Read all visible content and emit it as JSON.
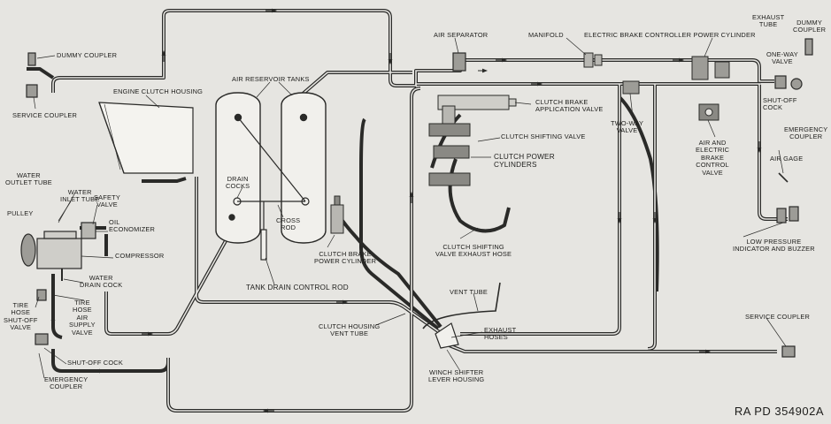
{
  "diagram": {
    "labels": {
      "dummy_coupler_left": "DUMMY COUPLER",
      "service_coupler_left": "SERVICE COUPLER",
      "engine_clutch_housing": "ENGINE CLUTCH HOUSING",
      "air_reservoir_tanks": "AIR RESERVOIR TANKS",
      "air_separator": "AIR SEPARATOR",
      "manifold": "MANIFOLD",
      "ebc_power_cylinder": "ELECTRIC BRAKE CONTROLLER POWER CYLINDER",
      "exhaust_tube": "EXHAUST\nTUBE",
      "dummy_coupler_right": "DUMMY\nCOUPLER",
      "one_way_valve": "ONE-WAY\nVALVE",
      "shut_off_cock_right": "SHUT-OFF\nCOCK",
      "emergency_coupler_right": "EMERGENCY\nCOUPLER",
      "clutch_brake_application_valve": "CLUTCH BRAKE\nAPPLICATION VALVE",
      "two_way_valve": "TWO-WAY\nVALVE",
      "clutch_shifting_valve": "CLUTCH SHIFTING VALVE",
      "clutch_power_cylinders": "CLUTCH POWER\nCYLINDERS",
      "air_and_ebc_valve": "AIR AND\nELECTRIC\nBRAKE\nCONTROL\nVALVE",
      "air_gage": "AIR GAGE",
      "water_outlet_tube": "WATER\nOUTLET TUBE",
      "water_inlet_tube": "WATER\nINLET TUBE",
      "safety_valve": "SAFETY\nVALVE",
      "pulley": "PULLEY",
      "oil_economizer": "OIL\nECONOMIZER",
      "compressor": "COMPRESSOR",
      "water_drain_cock": "WATER\nDRAIN COCK",
      "drain_cocks": "DRAIN\nCOCKS",
      "cross_rod": "CROSS\nROD",
      "clutch_brake_power_cylinder": "CLUTCH BRAKE\nPOWER CYLINDER",
      "clutch_shifting_valve_exhaust_hose": "CLUTCH SHIFTING\nVALVE EXHAUST HOSE",
      "low_pressure_indicator": "LOW PRESSURE\nINDICATOR AND BUZZER",
      "tank_drain_control_rod": "TANK DRAIN CONTROL ROD",
      "tire_hose_shut_off_valve": "TIRE\nHOSE\nSHUT-OFF\nVALVE",
      "tire_hose_air_supply_valve": "TIRE\nHOSE\nAIR\nSUPPLY\nVALVE",
      "vent_tube": "VENT TUBE",
      "clutch_housing_vent_tube": "CLUTCH HOUSING\nVENT TUBE",
      "exhaust_hoses": "EXHAUST\nHOSES",
      "service_coupler_right": "SERVICE COUPLER",
      "shut_off_cock_left": "SHUT-OFF COCK",
      "emergency_coupler_left": "EMERGENCY\nCOUPLER",
      "winch_shifter_lever_housing": "WINCH SHIFTER\nLEVER HOUSING"
    },
    "reference": "RA PD  354902A",
    "colors": {
      "background": "#e6e5e1",
      "line": "#2a2a28"
    }
  }
}
